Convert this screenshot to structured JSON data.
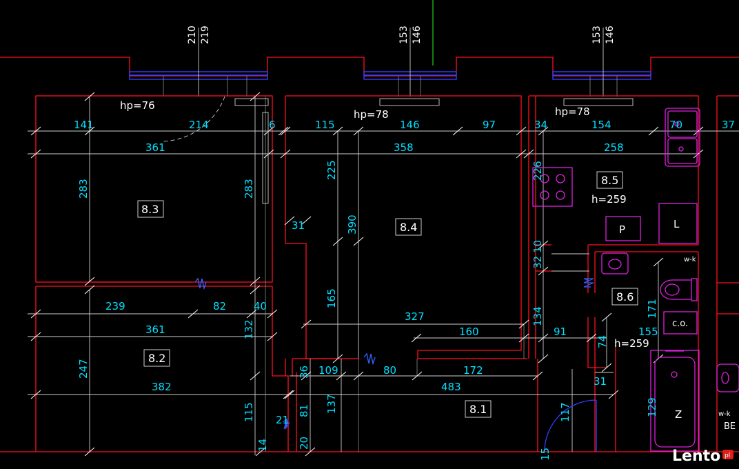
{
  "watermark": {
    "logo_text": "Lento",
    "logo_suffix": "pl"
  },
  "window_dims": [
    "210",
    "219",
    "153",
    "146",
    "153",
    "146"
  ],
  "heights": {
    "hp_left": "hp=76",
    "hp_mid": "hp=78",
    "hp_right": "hp=78",
    "h_85": "h=259",
    "h_86": "h=259"
  },
  "rooms": [
    "8.3",
    "8.4",
    "8.5",
    "8.6",
    "8.2",
    "8.1"
  ],
  "fixtures": {
    "p": "P",
    "l": "L",
    "co": "c.o.",
    "z": "Z",
    "wk1": "w-k",
    "wk2": "w-k",
    "be": "BE"
  },
  "dims": {
    "d141": "141",
    "d214": "214",
    "d6": "6",
    "d361a": "361",
    "d283a": "283",
    "d283b": "283",
    "d115a": "115",
    "d146": "146",
    "d97": "97",
    "d358": "358",
    "d225": "225",
    "d390": "390",
    "d31a": "31",
    "d34": "34",
    "d154": "154",
    "d70": "70",
    "d37": "37",
    "d258": "258",
    "d226": "226",
    "d239": "239",
    "d82": "82",
    "d40": "40",
    "d361b": "361",
    "d132": "132",
    "d247": "247",
    "d382": "382",
    "d165": "165",
    "d327": "327",
    "d160": "160",
    "d10": "10",
    "d32": "32",
    "d134": "134",
    "d91": "91",
    "d171": "171",
    "d155": "155",
    "d74": "74",
    "d36": "36",
    "d109": "109",
    "d80": "80",
    "d172": "172",
    "d483": "483",
    "d31b": "31",
    "d115b": "115",
    "d21": "21",
    "d81": "81",
    "d137": "137",
    "d117": "117",
    "d129": "129",
    "d14": "14",
    "d20": "20",
    "d15": "15"
  }
}
